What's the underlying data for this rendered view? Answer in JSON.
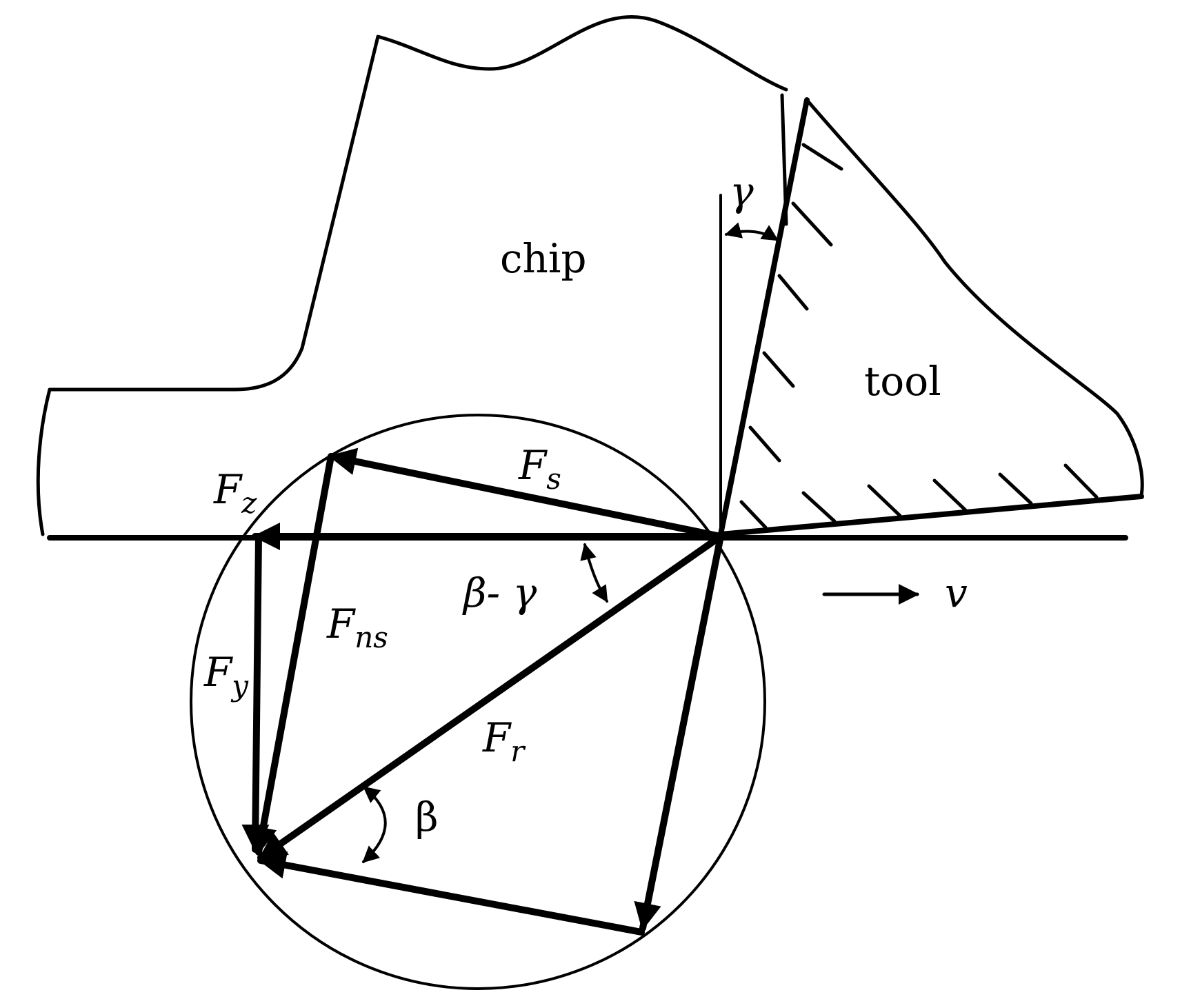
{
  "labels": {
    "chip": "chip",
    "tool": "tool",
    "velocity": "v",
    "rake_angle": "γ",
    "angle_beta_minus_gamma": "β- γ",
    "friction_angle": "β"
  },
  "forces": {
    "Fs": {
      "main": "F",
      "sub": "s"
    },
    "Fz": {
      "main": "F",
      "sub": "z"
    },
    "Fns": {
      "main": "F",
      "sub": "ns"
    },
    "Fy": {
      "main": "F",
      "sub": "y"
    },
    "Fr": {
      "main": "F",
      "sub": "r"
    }
  }
}
